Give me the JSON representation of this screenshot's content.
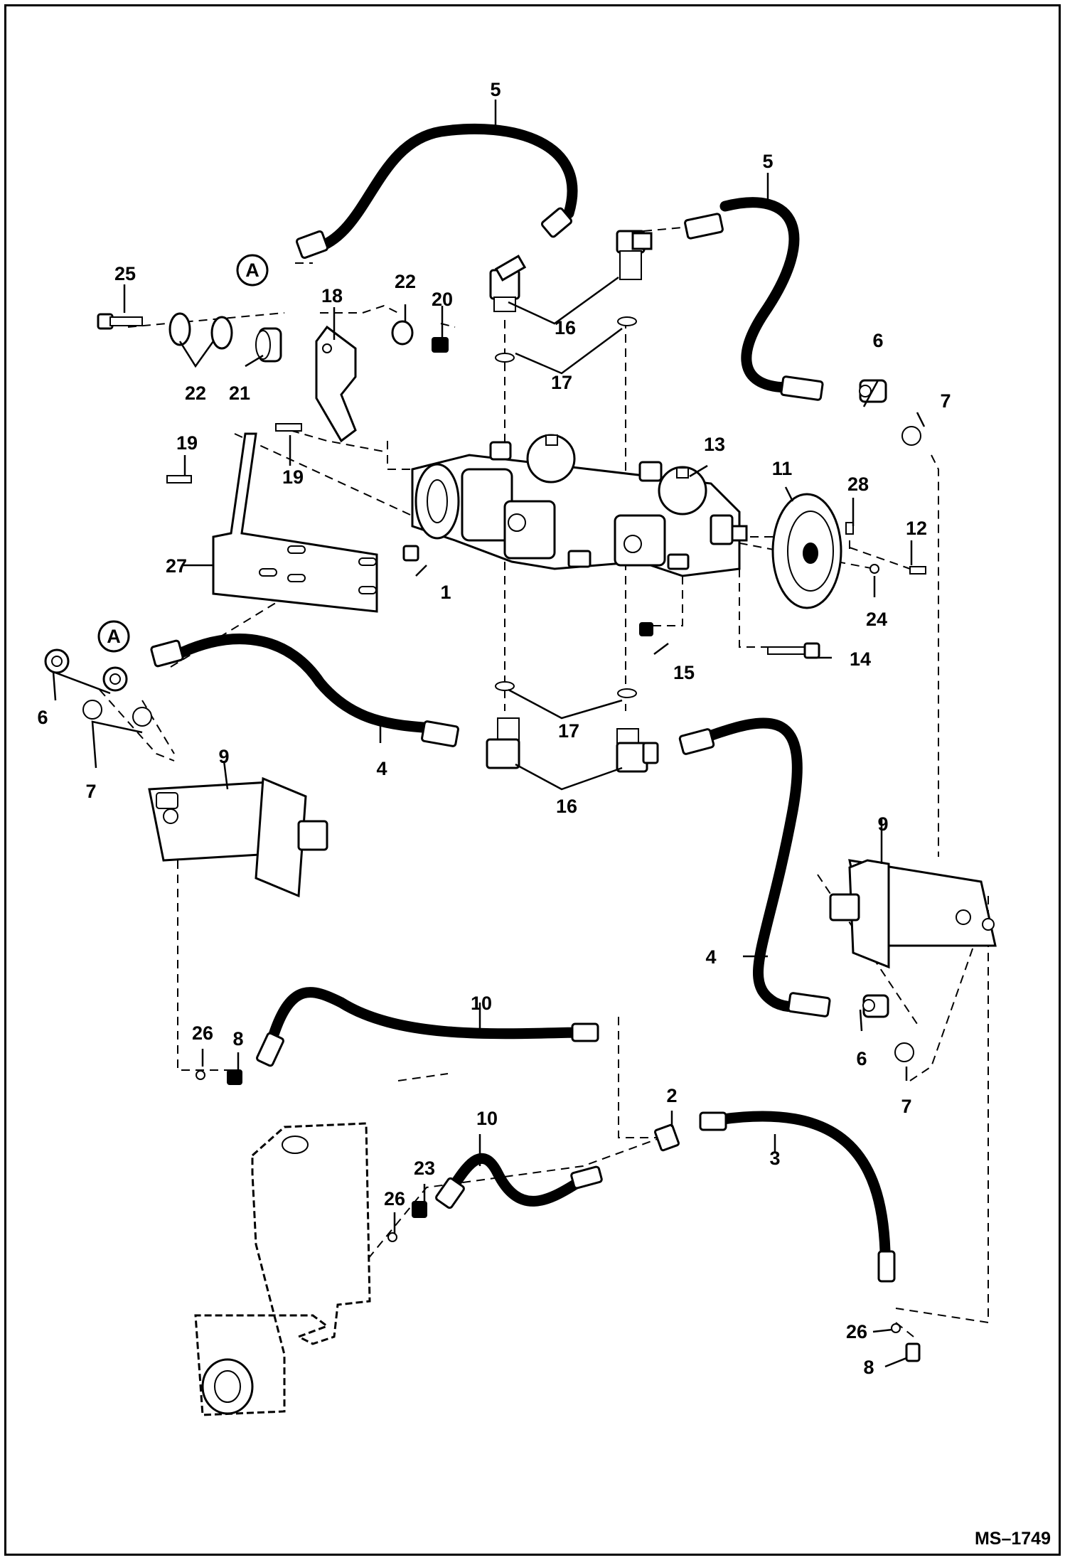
{
  "figure_code": "MS–1749",
  "circle_ref": "A",
  "callouts": [
    "1",
    "2",
    "3",
    "4",
    "5",
    "6",
    "7",
    "8",
    "9",
    "10",
    "11",
    "12",
    "13",
    "14",
    "15",
    "16",
    "17",
    "18",
    "19",
    "20",
    "21",
    "22",
    "23",
    "24",
    "25",
    "26",
    "27",
    "28"
  ]
}
